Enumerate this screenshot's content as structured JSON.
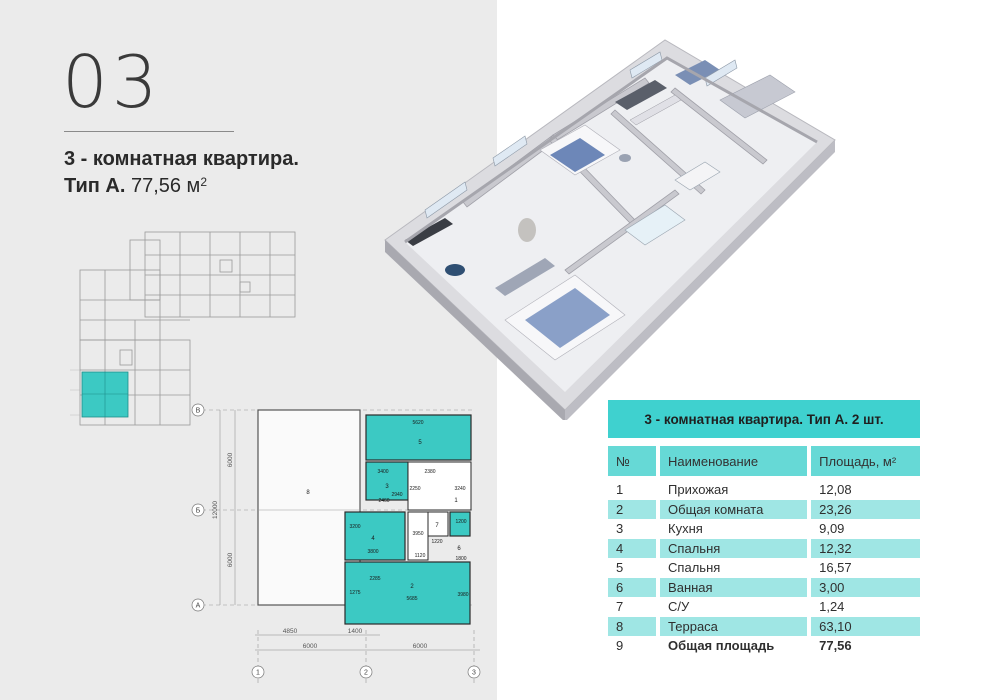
{
  "header": {
    "number": "03",
    "line1": "3 - комнатная квартира.",
    "line2_bold": "Тип А.",
    "line2_area": "77,56 м",
    "line2_sup": "2"
  },
  "table": {
    "title": "3 - комнатная квартира. Тип А. 2 шт.",
    "columns": [
      "№",
      "Наименование",
      "Площадь, м²"
    ],
    "rows": [
      {
        "n": "1",
        "name": "Прихожая",
        "area": "12,08"
      },
      {
        "n": "2",
        "name": "Общая комната",
        "area": "23,26"
      },
      {
        "n": "3",
        "name": "Кухня",
        "area": "9,09"
      },
      {
        "n": "4",
        "name": "Спальня",
        "area": "12,32"
      },
      {
        "n": "5",
        "name": "Спальня",
        "area": "16,57"
      },
      {
        "n": "6",
        "name": "Ванная",
        "area": "3,00"
      },
      {
        "n": "7",
        "name": "С/У",
        "area": "1,24"
      },
      {
        "n": "8",
        "name": "Терраса",
        "area": "63,10"
      }
    ],
    "total": {
      "n": "9",
      "name": "Общая площадь",
      "area": "77,56"
    }
  },
  "plan": {
    "axes_rows": [
      "В",
      "Б",
      "А"
    ],
    "axes_cols": [
      "1",
      "2",
      "3"
    ],
    "dim_left_top": "6000",
    "dim_left_total": "12000",
    "dim_left_bottom": "6000",
    "dim_bottom_1": "4850",
    "dim_bottom_2": "1400",
    "dim_bottom_3": "6000",
    "dim_bottom_4": "6000",
    "room_labels": [
      "5",
      "3",
      "1",
      "4",
      "2",
      "6",
      "7",
      "8"
    ],
    "dims": [
      "5620",
      "3400",
      "2380",
      "2940",
      "2460",
      "2250",
      "3240",
      "3200",
      "3800",
      "1120",
      "3950",
      "1200",
      "1220",
      "1800",
      "2285",
      "1275",
      "5685",
      "3980",
      "1800"
    ]
  },
  "colors": {
    "accent": "#3fd1cf",
    "accent_light": "#9fe6e4",
    "plan_fill": "#3cc9c3",
    "panel_bg": "#ebebeb"
  }
}
